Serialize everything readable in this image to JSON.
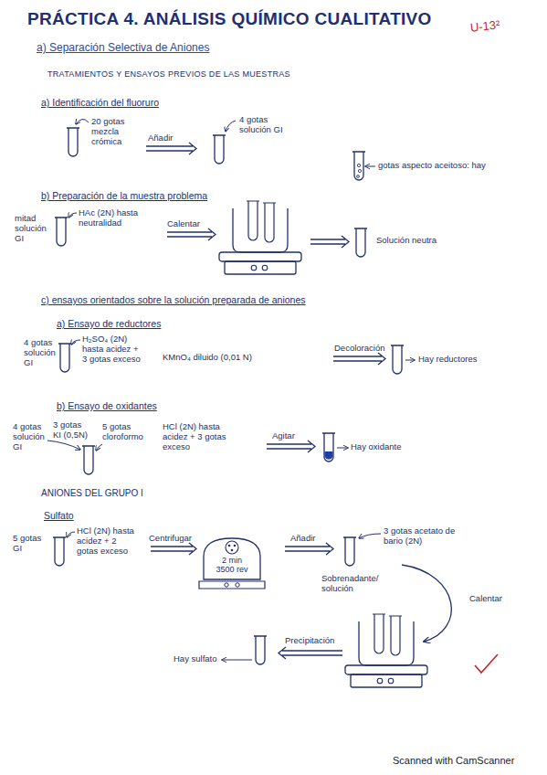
{
  "diagram": {
    "title": "PRÁCTICA 4. ANÁLISIS QUÍMICO CUALITATIVO",
    "nodes": [
      {
        "text": [
          "2 min 3500 rev"
        ]
      }
    ],
    "labels": [
      "U-13²",
      "a) Separación Selectiva de Aniones",
      "TRATAMIENTOS Y ENSAYOS PREVIOS DE LAS MUESTRAS",
      "a) Identificación del fluoruro",
      "20 gotas mezcla crómica",
      "Añadir",
      "4 gotas solución GI",
      "gotas aspecto aceitoso: hay",
      "b) Preparación de la muestra problema",
      "mitad solución GI",
      "HAc (2N) hasta neutralidad",
      "Calentar",
      "Solución neutra",
      "c) ensayos orientados sobre la solución preparada de aniones",
      "a) Ensayo de reductores",
      "4 gotas solución GI",
      "H₂SO₄ (2N) hasta acidez + 3 gotas exceso",
      "KMnO₄ diluido (0,01 N)",
      "Decoloración",
      "Hay reductores",
      "b) Ensayo de oxidantes",
      "4 gotas solución GI",
      "3 gotas KI (0,5N)",
      "5 gotas cloroformo",
      "HCl (2N) hasta acidez + 3 gotas exceso",
      "Agitar",
      "Hay oxidante",
      "ANIONES DEL GRUPO I",
      "Sulfato",
      "5 gotas GI",
      "HCl (2N) hasta acidez + 2 gotas exceso",
      "Centrifugar",
      "Añadir",
      "3 gotas acetato de bario (2N)",
      "Sobrenadante/ solución",
      "Calentar",
      "Precipitación",
      "Hay sulfato",
      "Scanned with CamScanner"
    ]
  }
}
